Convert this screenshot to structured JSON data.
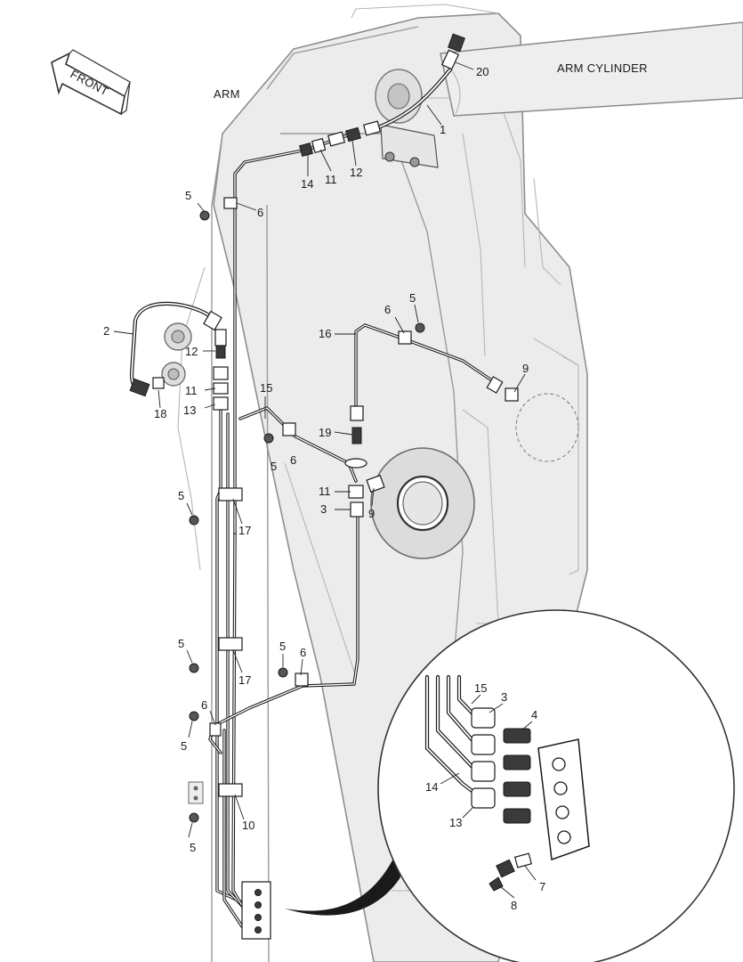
{
  "labels": {
    "front": "FRONT",
    "arm": "ARM",
    "arm_cylinder": "ARM CYLINDER"
  },
  "callouts": {
    "c20": "20",
    "c1": "1",
    "c14a": "14",
    "c11a": "11",
    "c12a": "12",
    "c5a": "5",
    "c6a": "6",
    "c2": "2",
    "c12b": "12",
    "c11b": "11",
    "c13a": "13",
    "c18": "18",
    "c15a": "15",
    "c5b": "5",
    "c6b": "6",
    "c16": "16",
    "c9a": "9",
    "c5c": "5",
    "c6c": "6",
    "c19": "19",
    "c11c": "11",
    "c3a": "3",
    "c9b": "9",
    "c5d": "5",
    "c17a": "17",
    "c5e": "5",
    "c17b": "17",
    "c5f": "5",
    "c6d": "6",
    "c6e": "6",
    "c5g": "5",
    "c10": "10",
    "c5h": "5",
    "c15b": "15",
    "c3b": "3",
    "c4": "4",
    "c14b": "14",
    "c13b": "13",
    "c7": "7",
    "c8": "8"
  }
}
